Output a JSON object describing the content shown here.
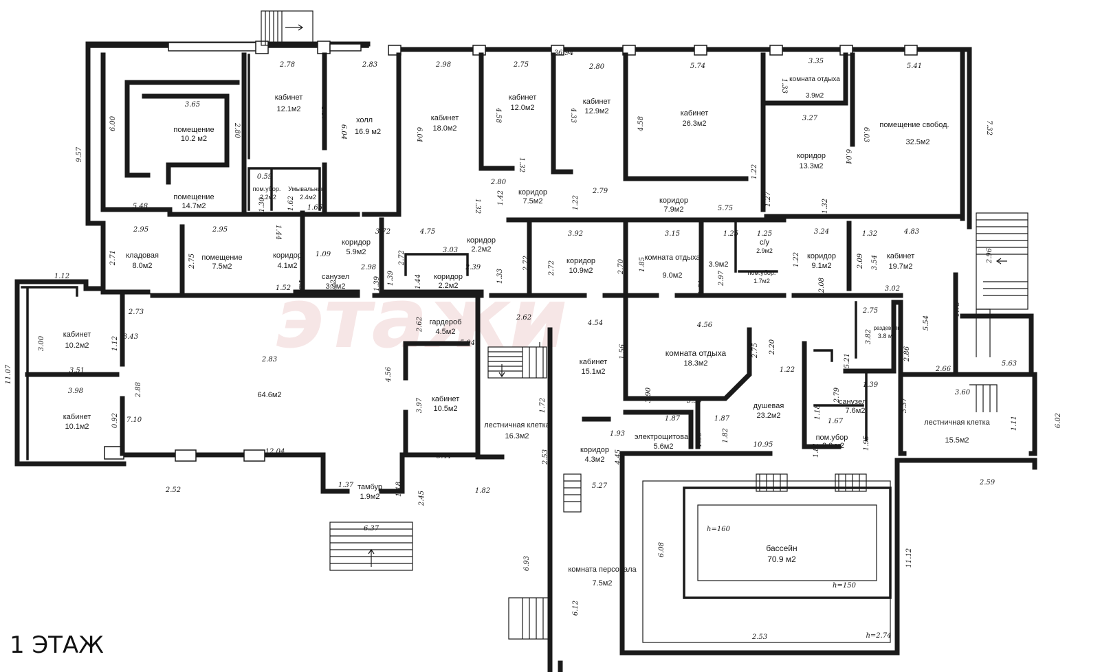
{
  "floor_label": "1 ЭТАЖ",
  "watermark": "этажи",
  "rooms": [
    {
      "id": "r1",
      "name": "помещение",
      "area": "10.2 м2"
    },
    {
      "id": "r2",
      "name": "помещение",
      "area": "14.7м2"
    },
    {
      "id": "r3",
      "name": "кабинет",
      "area": "12.1м2"
    },
    {
      "id": "r4",
      "name": "пом.убор.",
      "area": "2.2м2"
    },
    {
      "id": "r5",
      "name": "Умывальник",
      "area": "2.4м2"
    },
    {
      "id": "r6",
      "name": "холл",
      "area": "16.9 м2"
    },
    {
      "id": "r7",
      "name": "кабинет",
      "area": "18.0м2"
    },
    {
      "id": "r8",
      "name": "кабинет",
      "area": "12.0м2"
    },
    {
      "id": "r9",
      "name": "кабинет",
      "area": "12.9м2"
    },
    {
      "id": "r10",
      "name": "кабинет",
      "area": "26.3м2"
    },
    {
      "id": "r11",
      "name": "комната отдыха",
      "area": "3.9м2"
    },
    {
      "id": "r12",
      "name": "помещение свобод.",
      "area": "32.5м2"
    },
    {
      "id": "r13",
      "name": "коридор",
      "area": "13.3м2"
    },
    {
      "id": "r14",
      "name": "коридор",
      "area": "7.5м2"
    },
    {
      "id": "r15",
      "name": "коридор",
      "area": "7.9м2"
    },
    {
      "id": "r16",
      "name": "кладовая",
      "area": "8.0м2"
    },
    {
      "id": "r17",
      "name": "помещение",
      "area": "7.5м2"
    },
    {
      "id": "r18",
      "name": "коридор",
      "area": "4.1м2"
    },
    {
      "id": "r19",
      "name": "коридор",
      "area": "5.9м2"
    },
    {
      "id": "r20",
      "name": "санузел",
      "area": "3.9м2"
    },
    {
      "id": "r21",
      "name": "коридор",
      "area": "2.2м2"
    },
    {
      "id": "r22",
      "name": "коридор",
      "area": "2.2м2"
    },
    {
      "id": "r23",
      "name": "коридор",
      "area": "10.9м2"
    },
    {
      "id": "r24",
      "name": "комната отдыха",
      "area": "9.0м2"
    },
    {
      "id": "r25",
      "name": "",
      "area": "3.9м2"
    },
    {
      "id": "r26",
      "name": "с/у",
      "area": "2.9м2"
    },
    {
      "id": "r27",
      "name": "пом.убор.",
      "area": "1.7м2"
    },
    {
      "id": "r28",
      "name": "коридор",
      "area": "9.1м2"
    },
    {
      "id": "r29",
      "name": "кабинет",
      "area": "19.7м2"
    },
    {
      "id": "r30",
      "name": "кабинет",
      "area": "10.2м2"
    },
    {
      "id": "r31",
      "name": "кабинет",
      "area": "10.1м2"
    },
    {
      "id": "r32",
      "name": "",
      "area": "64.6м2"
    },
    {
      "id": "r33",
      "name": "гардероб",
      "area": "4.5м2"
    },
    {
      "id": "r34",
      "name": "кабинет",
      "area": "10.5м2"
    },
    {
      "id": "r35",
      "name": "тамбур",
      "area": "1.9м2"
    },
    {
      "id": "r36",
      "name": "лестничная клетка",
      "area": "16.3м2"
    },
    {
      "id": "r37",
      "name": "кабинет",
      "area": "15.1м2"
    },
    {
      "id": "r38",
      "name": "комната отдыха",
      "area": "18.3м2"
    },
    {
      "id": "r39",
      "name": "душевая",
      "area": "23.2м2"
    },
    {
      "id": "r40",
      "name": "раздевалка",
      "area": "3.8 м2"
    },
    {
      "id": "r41",
      "name": "санузел",
      "area": "7.6м2"
    },
    {
      "id": "r42",
      "name": "пом.убор",
      "area": "2.0 м2"
    },
    {
      "id": "r43",
      "name": "лестничная клетка",
      "area": "15.5м2"
    },
    {
      "id": "r44",
      "name": "электрощитовая",
      "area": "5.6м2"
    },
    {
      "id": "r45",
      "name": "коридор",
      "area": "4.3м2"
    },
    {
      "id": "r46",
      "name": "комната персонала",
      "area": "7.5м2"
    },
    {
      "id": "r47",
      "name": "бассейн",
      "area": "70.9 м2"
    }
  ],
  "pool_marks": [
    "h=160",
    "h=150",
    "h=2.74"
  ],
  "dimensions": [
    "36.94",
    "2.78",
    "2.83",
    "2.98",
    "2.75",
    "2.80",
    "5.74",
    "3.35",
    "5.41",
    "9.57",
    "6.00",
    "3.65",
    "2.80",
    "4.37",
    "6.04",
    "6.04",
    "4.58",
    "4.33",
    "4.58",
    "1.33",
    "3.27",
    "6.03",
    "6.04",
    "7.32",
    "1.32",
    "1.32",
    "1.22",
    "1.27",
    "1.32",
    "2.80",
    "1.42",
    "2.79",
    "1.22",
    "5.75",
    "0.59",
    "1.30",
    "1.62",
    "1.65",
    "5.48",
    "2.95",
    "2.95",
    "1.44",
    "1.09",
    "3.72",
    "4.75",
    "3.03",
    "3.92",
    "3.15",
    "1.25",
    "1.25",
    "3.24",
    "4.83",
    "1.32",
    "2.71",
    "2.75",
    "1.52",
    "1.32",
    "1.22",
    "2.98",
    "1.39",
    "1.39",
    "1.44",
    "2.39",
    "1.33",
    "2.72",
    "2.72",
    "2.72",
    "2.70",
    "1.85",
    "1.81",
    "2.97",
    "1.22",
    "2.08",
    "2.09",
    "3.54",
    "2.96",
    "1.12",
    "2.73",
    "3.02",
    "3.00",
    "1.12",
    "3.43",
    "3.51",
    "3.98",
    "2.88",
    "0.92",
    "7.10",
    "11.07",
    "2.83",
    "2.62",
    "4.54",
    "4.56",
    "1.56",
    "2.75",
    "3.82",
    "5.54",
    "1.75",
    "2.62",
    "5.94",
    "4.56",
    "3.97",
    "2.75",
    "2.20",
    "1.22",
    "5.21",
    "2.86",
    "2.66",
    "5.63",
    "3.60",
    "1.39",
    "2.79",
    "3.37",
    "1.18",
    "1.67",
    "1.95",
    "1.81",
    "1.11",
    "6.02",
    "1.72",
    "3.90",
    "3.90",
    "1.87",
    "1.87",
    "1.65",
    "1.82",
    "1.93",
    "4.45",
    "10.95",
    "12.04",
    "2.52",
    "1.37",
    "1.18",
    "2.45",
    "5.41",
    "1.82",
    "2.53",
    "5.27",
    "2.59",
    "6.37",
    "6.93",
    "6.12",
    "6.08",
    "11.12",
    "2.53"
  ]
}
